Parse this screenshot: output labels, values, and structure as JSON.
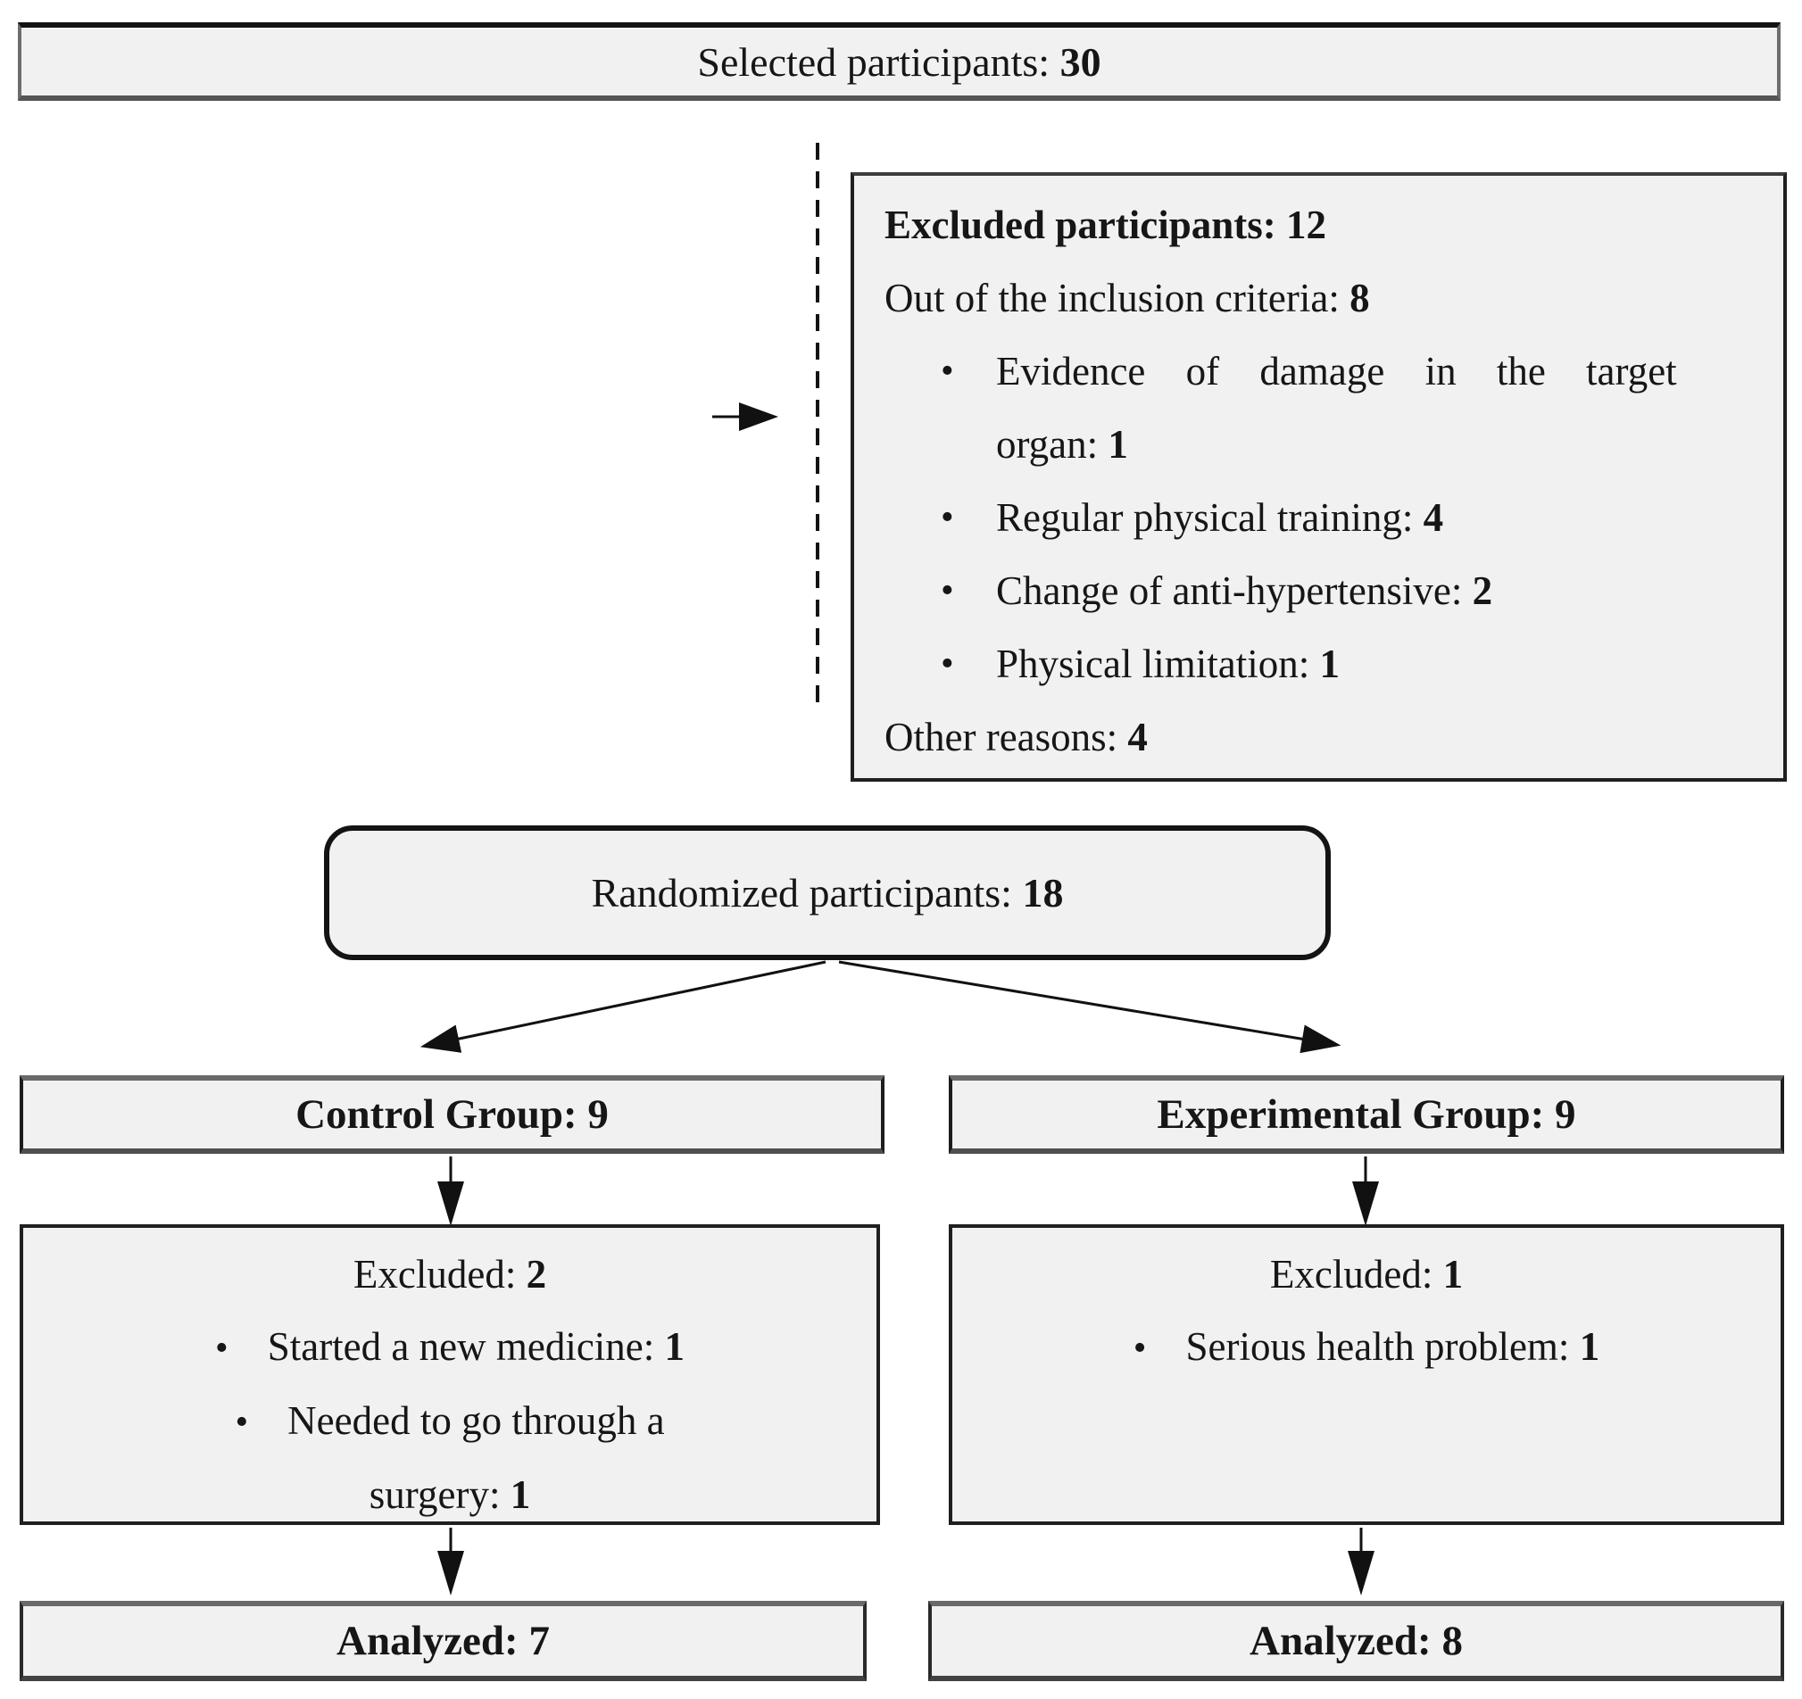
{
  "glyphs": {
    "bullet": "•"
  },
  "colors": {
    "box_fill": "#f1f1f1",
    "border_dark": "#1f1f1f",
    "border_gray": "#6d6d6d",
    "arrow": "#111111"
  },
  "flow": {
    "selected": {
      "label": "Selected participants: 30"
    },
    "excluded": {
      "title": "Excluded participants: 12",
      "subtitle": "Out of the inclusion criteria: 8",
      "bullet1_line1": "Evidence of damage in the target",
      "bullet1_line2": "organ: 1",
      "bullet2": "Regular physical training: 4",
      "bullet3": "Change of anti-hypertensive: 2",
      "bullet4": "Physical limitation: 1",
      "footer": "Other reasons: 4"
    },
    "randomized": {
      "label": "Randomized participants: 18"
    },
    "control": {
      "label": "Control Group: 9"
    },
    "experimental": {
      "label": "Experimental Group: 9"
    },
    "control_excluded": {
      "title": "Excluded: 2",
      "bullet1": "Started a new medicine: 1",
      "bullet2_line1": "Needed to go through a",
      "bullet2_line2": "surgery: 1"
    },
    "experimental_excluded": {
      "title": "Excluded: 1",
      "bullet1": "Serious health problem: 1"
    },
    "control_analyzed": {
      "label": "Analyzed: 7"
    },
    "experimental_analyzed": {
      "label": "Analyzed: 8"
    }
  }
}
